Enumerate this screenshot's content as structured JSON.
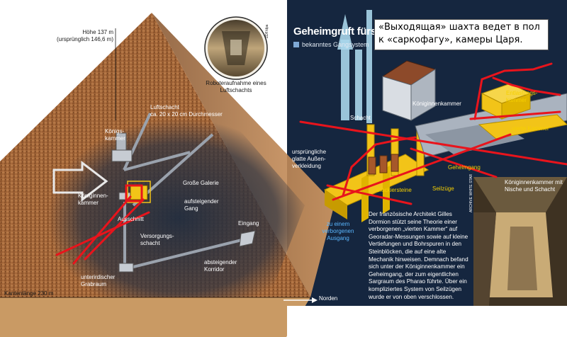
{
  "annotation": {
    "text": "«Выходящая» шахта ведет в пол к «саркофагу», камеры Царя."
  },
  "left_graphic": {
    "height_label": "Höhe 137 m\n(ursprünglich 146,6 m)",
    "photo_caption": "Roboteraufnahme\neines Luftschachts",
    "photo_credit": "ZDF/dpa",
    "luftschacht": "Luftschacht\nca. 20 x 20 cm Durchmesser",
    "koenigskammer": "Königs-\nkammer",
    "koeniginnenkammer": "Königinnen-\nkammer",
    "grosse_galerie": "Große Galerie",
    "aufsteigender_gang": "aufsteigender\nGang",
    "ausschnitt": "Ausschnitt",
    "versorgungsschacht": "Versorgungs-\nschacht",
    "eingang": "Eingang",
    "absteigender_korridor": "absteigender\nKorridor",
    "grabraum": "unterirdischer\nGrabraum",
    "kantenlaenge": "Kantenlänge 230 m",
    "ursprungliche": "ursprüngliche\nglatte Außen-\nverkleidung",
    "verborgener_ausgang": "zu einem\nverborgenen\nAusgang",
    "norden": "Norden"
  },
  "right_graphic": {
    "headline": "Geheimgruft fürs Jenseits",
    "legend": "bekanntes Gangsystem",
    "schacht": "Schacht",
    "koeniginnenkammer": "Königinnenkammer",
    "entlastungskammer": "Entlastungs-\nkammer",
    "vierte_kammer": "„vierte Kammer“",
    "geheimgang": "Geheimgang",
    "blockiersteine": "Blockiersteine",
    "seilzuege": "Seilzüge",
    "photo_caption": "Königinnenkammer mit\nNische und Schacht",
    "photo_credit": "ARCHIVE WHITE STAR",
    "paragraph": "Der französische Architekt Gilles Dormion stützt seine Theorie einer verborgenen „vierten Kammer“ auf Georadar-Messungen sowie auf kleine Vertiefungen und Bohrspuren in den Steinblöcken, die auf eine alte Mechanik hinweisen. Demnach befand sich unter der Königinnenkammer ein Geheimgang, der zum eigentlichen Sargraum des Pharao führte. Über ein kompliziertes System von Seilzügen wurde er von oben verschlossen."
  },
  "colors": {
    "navy": "#15263f",
    "pyramid": "#a86a3a",
    "yellow_tunnel": "#f2c418",
    "red_markup": "#e8141c",
    "blue_arrow": "#a9d6ea"
  }
}
